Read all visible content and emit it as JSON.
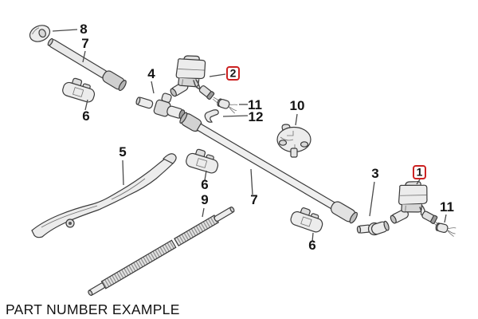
{
  "caption": "PART NUMBER EXAMPLE",
  "colors": {
    "highlight": "#cc2222",
    "highlight_fill": "#ffffff",
    "line": "#3a3a3a",
    "text": "#141414",
    "background": "#ffffff"
  },
  "callouts": {
    "highlighted": [
      "1",
      "2"
    ],
    "plain": [
      "3",
      "4",
      "5",
      "6",
      "7",
      "8",
      "9",
      "10",
      "11",
      "12"
    ]
  },
  "labels": {
    "l1": "1",
    "l2": "2",
    "l3": "3",
    "l4": "4",
    "l5": "5",
    "l6a": "6",
    "l6b": "6",
    "l6c": "6",
    "l7a": "7",
    "l7b": "7",
    "l8": "8",
    "l9": "9",
    "l10": "10",
    "l11a": "11",
    "l11b": "11",
    "l12": "12"
  }
}
